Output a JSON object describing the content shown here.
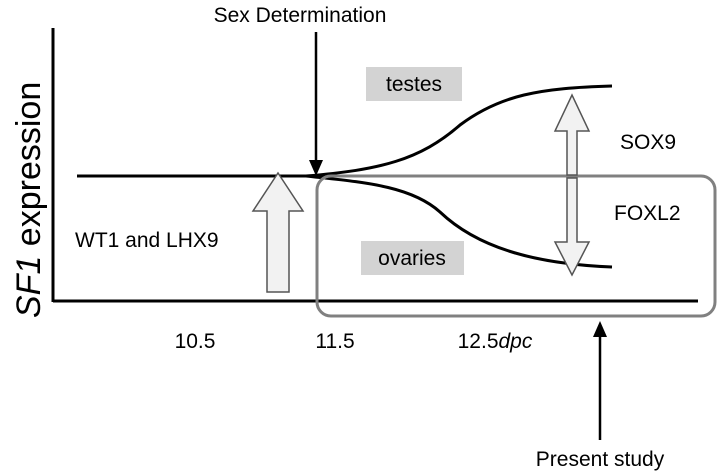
{
  "diagram": {
    "y_axis_label": {
      "italic_part": "SF1",
      "rest": " expression"
    },
    "x_ticks": [
      {
        "text": "10.5"
      },
      {
        "text": "11.5"
      },
      {
        "text": "12.5",
        "italic_suffix": "dpc"
      }
    ],
    "labels": {
      "sex_determination": "Sex Determination",
      "testes": "testes",
      "ovaries": "ovaries",
      "sox9": "SOX9",
      "foxl2": "FOXL2",
      "wt1_lhx9": "WT1 and LHX9",
      "present_study": "Present study"
    },
    "colors": {
      "line": "#000000",
      "label_box_fill": "#d3d3d3",
      "arrow_fill": "#f2f2f2",
      "arrow_stroke": "#555555",
      "study_box_stroke": "#808080"
    }
  }
}
